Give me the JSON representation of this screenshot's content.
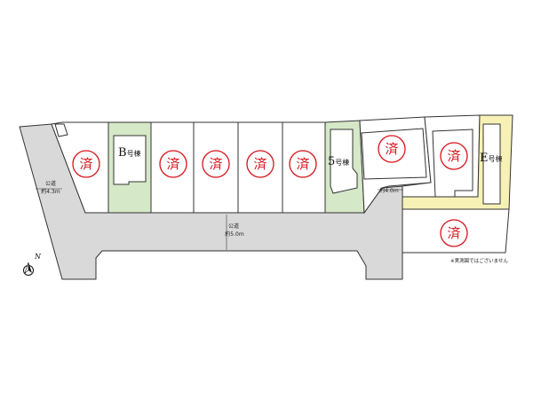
{
  "map": {
    "sold_mark": "済",
    "colors": {
      "available_lot": "#d5e8c7",
      "yellow_lot": "#f8f1b6",
      "road": "#d9d9d9",
      "stamp": "#d6141c"
    },
    "buildings": {
      "b": {
        "letter": "B",
        "suffix": "号棟"
      },
      "five": {
        "letter": "5",
        "suffix": "号棟"
      },
      "e": {
        "letter": "E",
        "suffix": "号棟"
      }
    },
    "roads": {
      "left": {
        "label": "公道",
        "width": "約4.3m"
      },
      "main": {
        "label": "公道",
        "width": "約5.0m"
      },
      "right": {
        "label": "",
        "width": "約4.0m"
      }
    },
    "note": "※実測図ではございません",
    "compass": {
      "letter": "N",
      "icon": "north-arrow-icon"
    }
  }
}
